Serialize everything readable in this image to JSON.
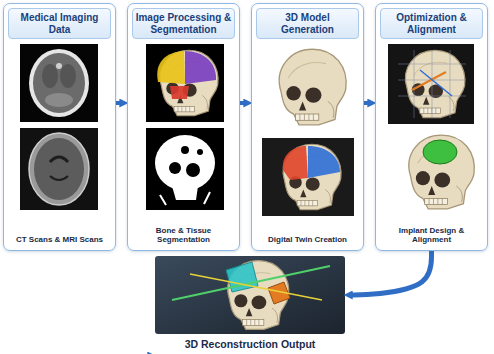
{
  "diagram": {
    "nodes": [
      {
        "text": [
          "Medical Imaging Data",
          "CT Scans & MRI Scans"
        ]
      },
      {
        "text": [
          "Image Processing & Segmentation",
          "Bone & Tissue Segmentation"
        ]
      },
      {
        "text": [
          "3D Model Generation",
          "Digital Twin Creation"
        ]
      },
      {
        "text": [
          "Optimization & Alignment",
          "Implant Design & Alignment"
        ]
      },
      {
        "text": [
          "3D Reconstruction Output"
        ]
      }
    ],
    "edges": [
      {
        "from": 0,
        "to": 1,
        "arrow": "to"
      },
      {
        "from": 1,
        "to": 2,
        "arrow": "to"
      },
      {
        "from": 2,
        "to": 3,
        "arrow": "to"
      },
      {
        "from": 0,
        "to": 4,
        "arrow": "to"
      },
      {
        "from": 3,
        "to": 4,
        "arrow": "to"
      }
    ]
  }
}
